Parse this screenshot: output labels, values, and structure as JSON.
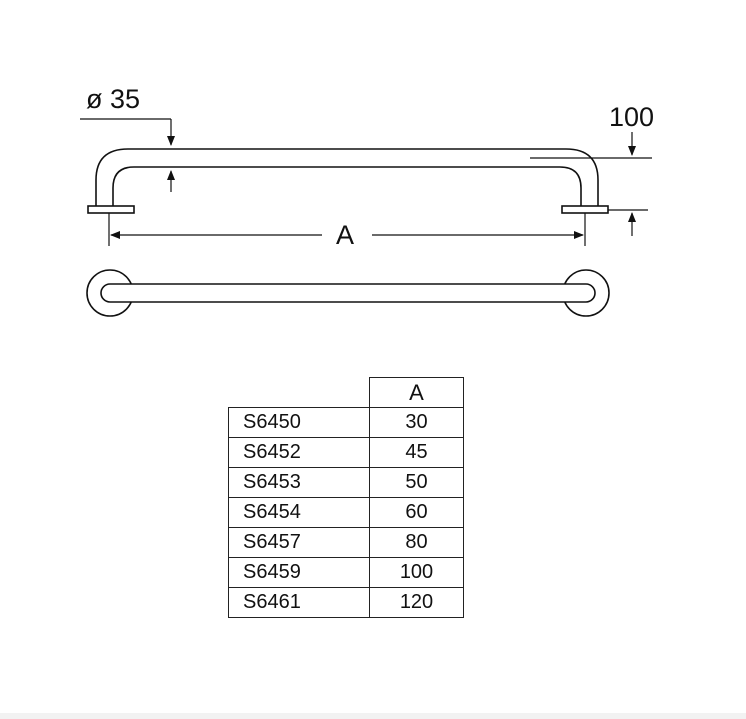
{
  "diagram": {
    "diameter_label": "ø 35",
    "projection_label": "100",
    "length_label": "A"
  },
  "table": {
    "header": "A",
    "rows": [
      {
        "code": "S6450",
        "value": "30"
      },
      {
        "code": "S6452",
        "value": "45"
      },
      {
        "code": "S6453",
        "value": "50"
      },
      {
        "code": "S6454",
        "value": "60"
      },
      {
        "code": "S6457",
        "value": "80"
      },
      {
        "code": "S6459",
        "value": "100"
      },
      {
        "code": "S6461",
        "value": "120"
      }
    ]
  }
}
